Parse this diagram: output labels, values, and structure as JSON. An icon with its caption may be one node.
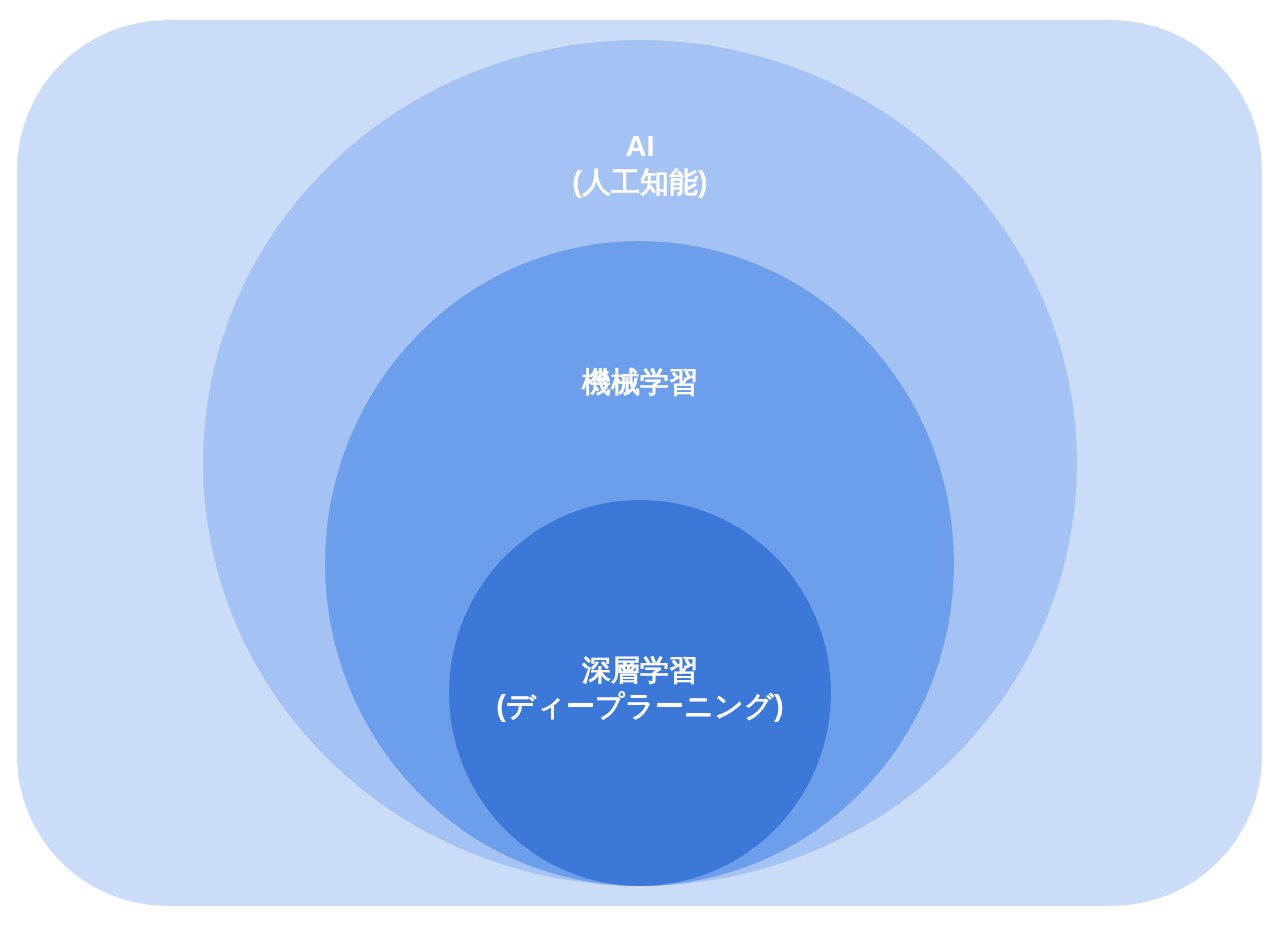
{
  "diagram": {
    "nodes": [
      {
        "text": [
          "AI",
          "(人工知能)"
        ]
      },
      {
        "text": [
          "機械学習"
        ],
        "in": 0
      },
      {
        "text": [
          "深層学習",
          "(ディープラーニング)"
        ],
        "in": 1
      }
    ]
  }
}
